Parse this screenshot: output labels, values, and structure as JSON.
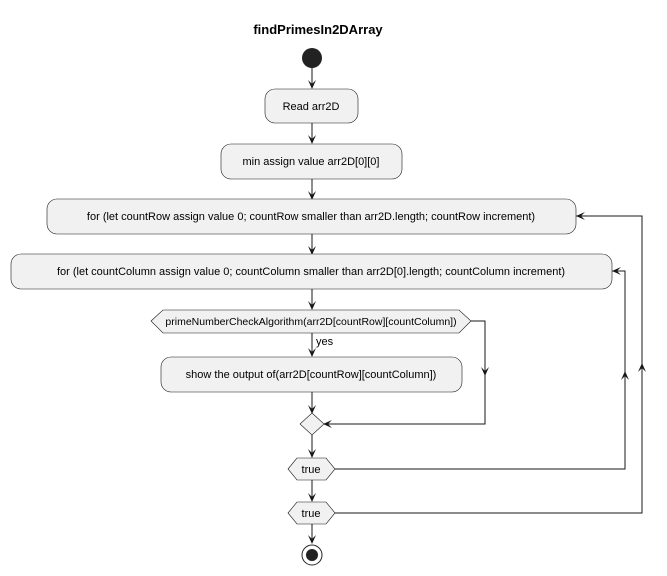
{
  "diagram": {
    "title": "findPrimesIn2DArray",
    "nodes": {
      "read": "Read arr2D",
      "min_assign": "min assign value  arr2D[0][0]",
      "outer_loop": "for (let countRow assign value  0; countRow smaller than  arr2D.length; countRow increment)",
      "inner_loop": "for (let countColumn assign value  0; countColumn smaller than  arr2D[0].length; countColumn increment)",
      "condition": "primeNumberCheckAlgorithm(arr2D[countRow][countColumn])",
      "show_output": "show the output of(arr2D[countRow][countColumn])",
      "inner_repeat": "true",
      "outer_repeat": "true"
    },
    "edge_labels": {
      "yes": "yes"
    }
  }
}
